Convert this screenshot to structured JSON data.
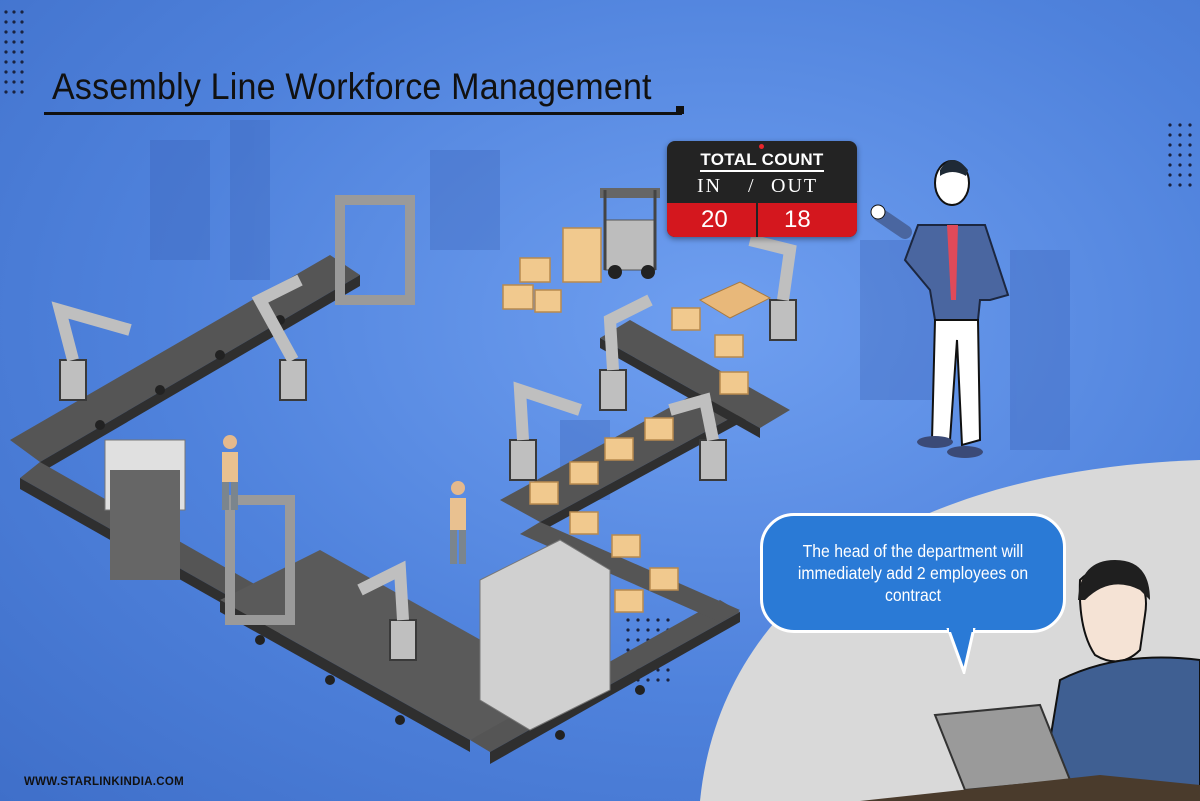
{
  "header": {
    "title": "Assembly Line Workforce Management"
  },
  "counter": {
    "caption": "TOTAL COUNT",
    "in_label": "IN",
    "slash": "/",
    "out_label": "OUT",
    "in_value": "20",
    "out_value": "18"
  },
  "speech": {
    "text": "The head of the department will immediately add 2 employees on contract"
  },
  "footer": {
    "website": "WWW.STARLINKINDIA.COM"
  },
  "colors": {
    "background": "#5b8ee6",
    "counter_bg": "#232323",
    "counter_red": "#d4171e",
    "bubble": "#2a7ad6",
    "corner_panel": "#d9d9d9",
    "belt": "#4a4a4a",
    "box": "#f1c98e"
  },
  "icons": [
    "conveyor-line",
    "robot-arm",
    "forklift",
    "worker",
    "manager-figure",
    "desk-worker",
    "laptop"
  ]
}
